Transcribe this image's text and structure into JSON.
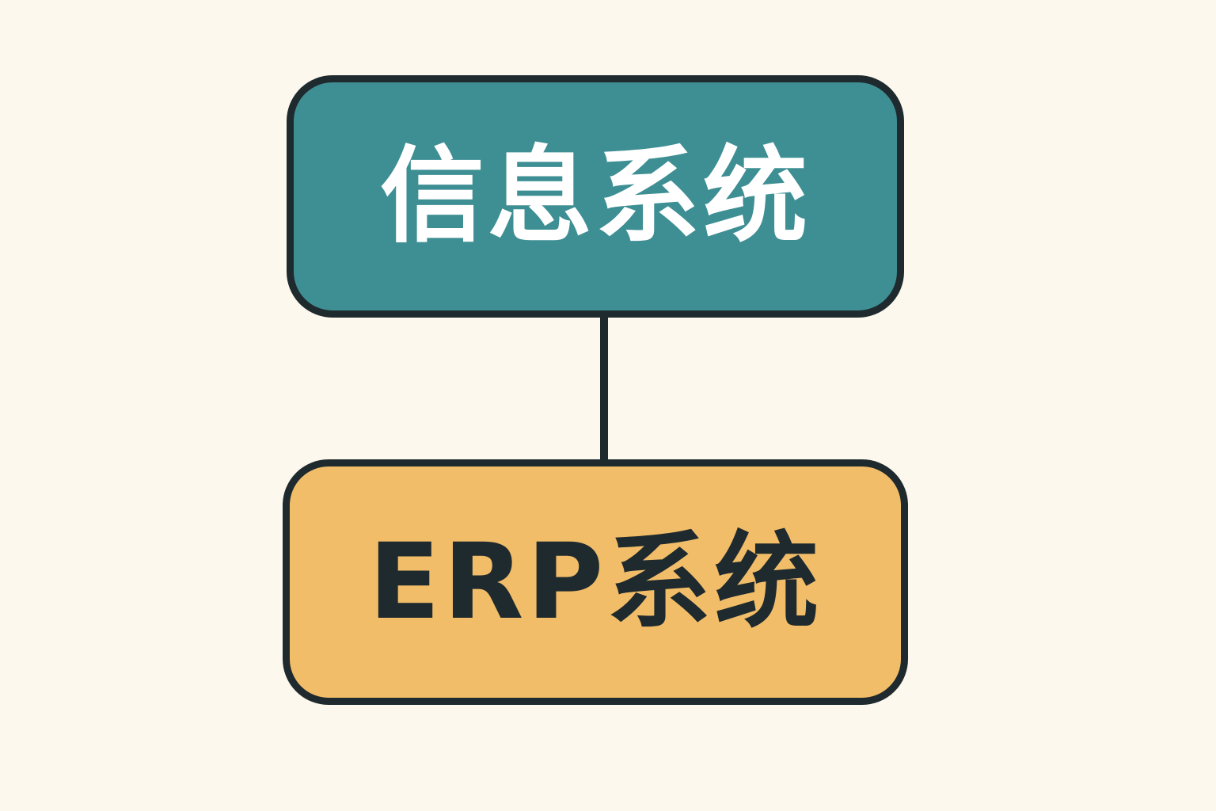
{
  "diagram": {
    "nodes": [
      {
        "id": "information-system",
        "label": "信息系统",
        "fill": "#3e8f94",
        "text_color": "#ffffff"
      },
      {
        "id": "erp-system",
        "label": "ERP系统",
        "fill": "#f1bd69",
        "text_color": "#1f2a2e"
      }
    ],
    "edges": [
      {
        "from": "information-system",
        "to": "erp-system"
      }
    ],
    "colors": {
      "background": "#fcf8ed",
      "outline": "#1f2a2e"
    }
  }
}
